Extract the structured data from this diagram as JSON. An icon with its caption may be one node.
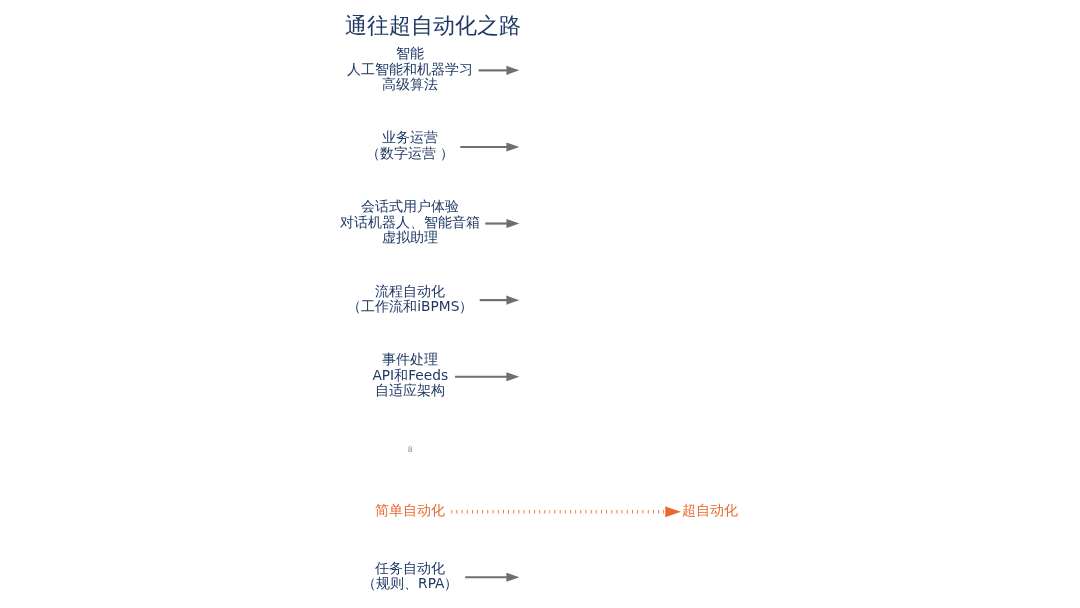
{
  "diagram": {
    "title": "通往超自动化之路",
    "nodes": [
      {
        "text": [
          "简单自动化"
        ]
      },
      {
        "text": [
          "超自动化"
        ]
      },
      {
        "text": [
          "任务自动化",
          "（规则、RPA）"
        ]
      },
      {
        "text": [
          "流程自动化",
          "（工作流和iBPMS）"
        ]
      },
      {
        "text": [
          "业务运营",
          "（数字运营 ）"
        ]
      },
      {
        "text": [
          "事件处理",
          "API和Feeds",
          "自适应架构"
        ]
      },
      {
        "text": [
          "会话式用户体验",
          "对话机器人、智能音箱",
          "虚拟助理"
        ]
      },
      {
        "text": [
          "智能",
          "人工智能和机器学习",
          "高级算法"
        ]
      }
    ],
    "edges": [
      {
        "from": 0,
        "to": 1,
        "arrow": "to",
        "style": "dashed",
        "color": "#e8692d"
      },
      {
        "from": 2,
        "to": null,
        "arrow": "to"
      },
      {
        "from": 5,
        "to": null,
        "arrow": "to"
      },
      {
        "from": 3,
        "to": null,
        "arrow": "to"
      },
      {
        "from": 6,
        "to": null,
        "arrow": "to"
      },
      {
        "from": 4,
        "to": null,
        "arrow": "to"
      },
      {
        "from": 7,
        "to": null,
        "arrow": "to"
      }
    ],
    "labels": [
      "8"
    ]
  }
}
